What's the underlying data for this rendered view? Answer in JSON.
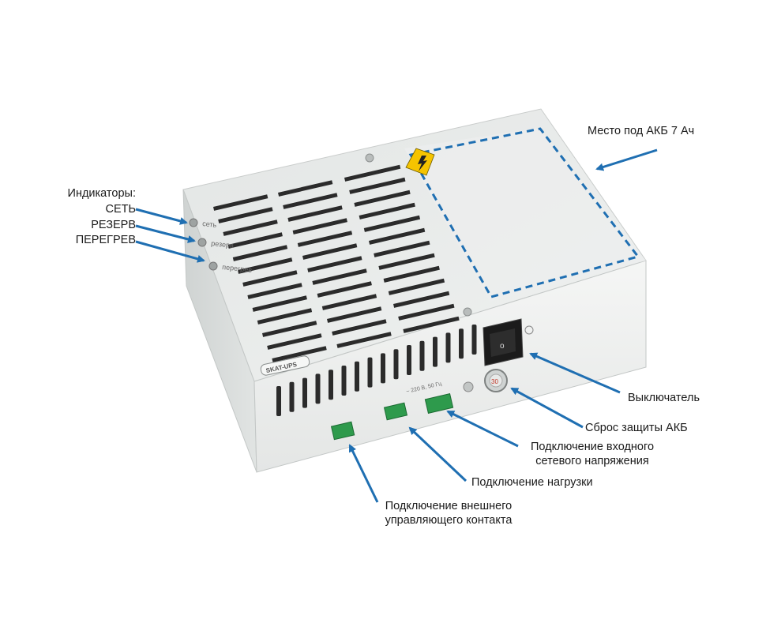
{
  "device": {
    "brand": "SKAT-UPS",
    "indicators": [
      "сеть",
      "резерв",
      "перегрев"
    ],
    "panel_text": "~ 220 В, 50 Гц",
    "button_value": "30"
  },
  "callouts": {
    "indicators_title": "Индикаторы:",
    "ind_set": "СЕТЬ",
    "ind_rezerv": "РЕЗЕРВ",
    "ind_peregrev": "ПЕРЕГРЕВ",
    "battery_place": "Место под АКБ 7 Ач",
    "switch": "Выключатель",
    "reset": "Сброс защиты АКБ",
    "input_line1": "Подключение входного",
    "input_line2": "сетевого напряжения",
    "load": "Подключение нагрузки",
    "ext_line1": "Подключение внешнего",
    "ext_line2": "управляющего контакта"
  },
  "colors": {
    "arrow": "#1f6fb2",
    "dashed": "#1f6fb2",
    "case_top": "#e9ebea",
    "case_front": "#f2f3f2",
    "case_side": "#d7dad9",
    "terminal": "#2e9a4c",
    "warning": "#f5c400"
  }
}
